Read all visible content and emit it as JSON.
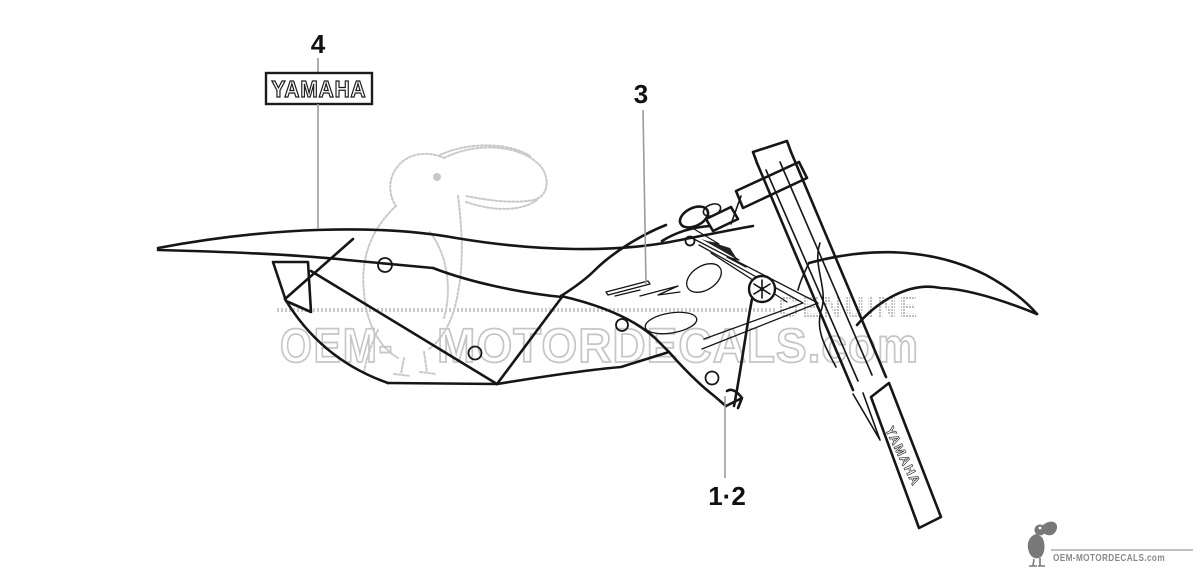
{
  "diagram": {
    "type": "oem-decal-placement-diagram",
    "subject": "dirt bike plastics with graphics kit",
    "callouts": {
      "four": "4",
      "three": "3",
      "one_two": "1·2"
    },
    "decals": {
      "yamaha_plate": "YAMAHA",
      "fork_guard": "YAMAHA"
    }
  },
  "watermark": {
    "genuine": "GENUINE",
    "brand_left": "OEM-",
    "brand_right": "MOTORDECALS.com"
  },
  "footer": {
    "site": "OEM-MOTORDECALS.com"
  },
  "colors": {
    "line_art": "#161616",
    "leader_line": "#9b9b9b",
    "watermark_gray": "#c9c9c9",
    "footer_gray": "#8a8a8a",
    "background": "#ffffff"
  }
}
